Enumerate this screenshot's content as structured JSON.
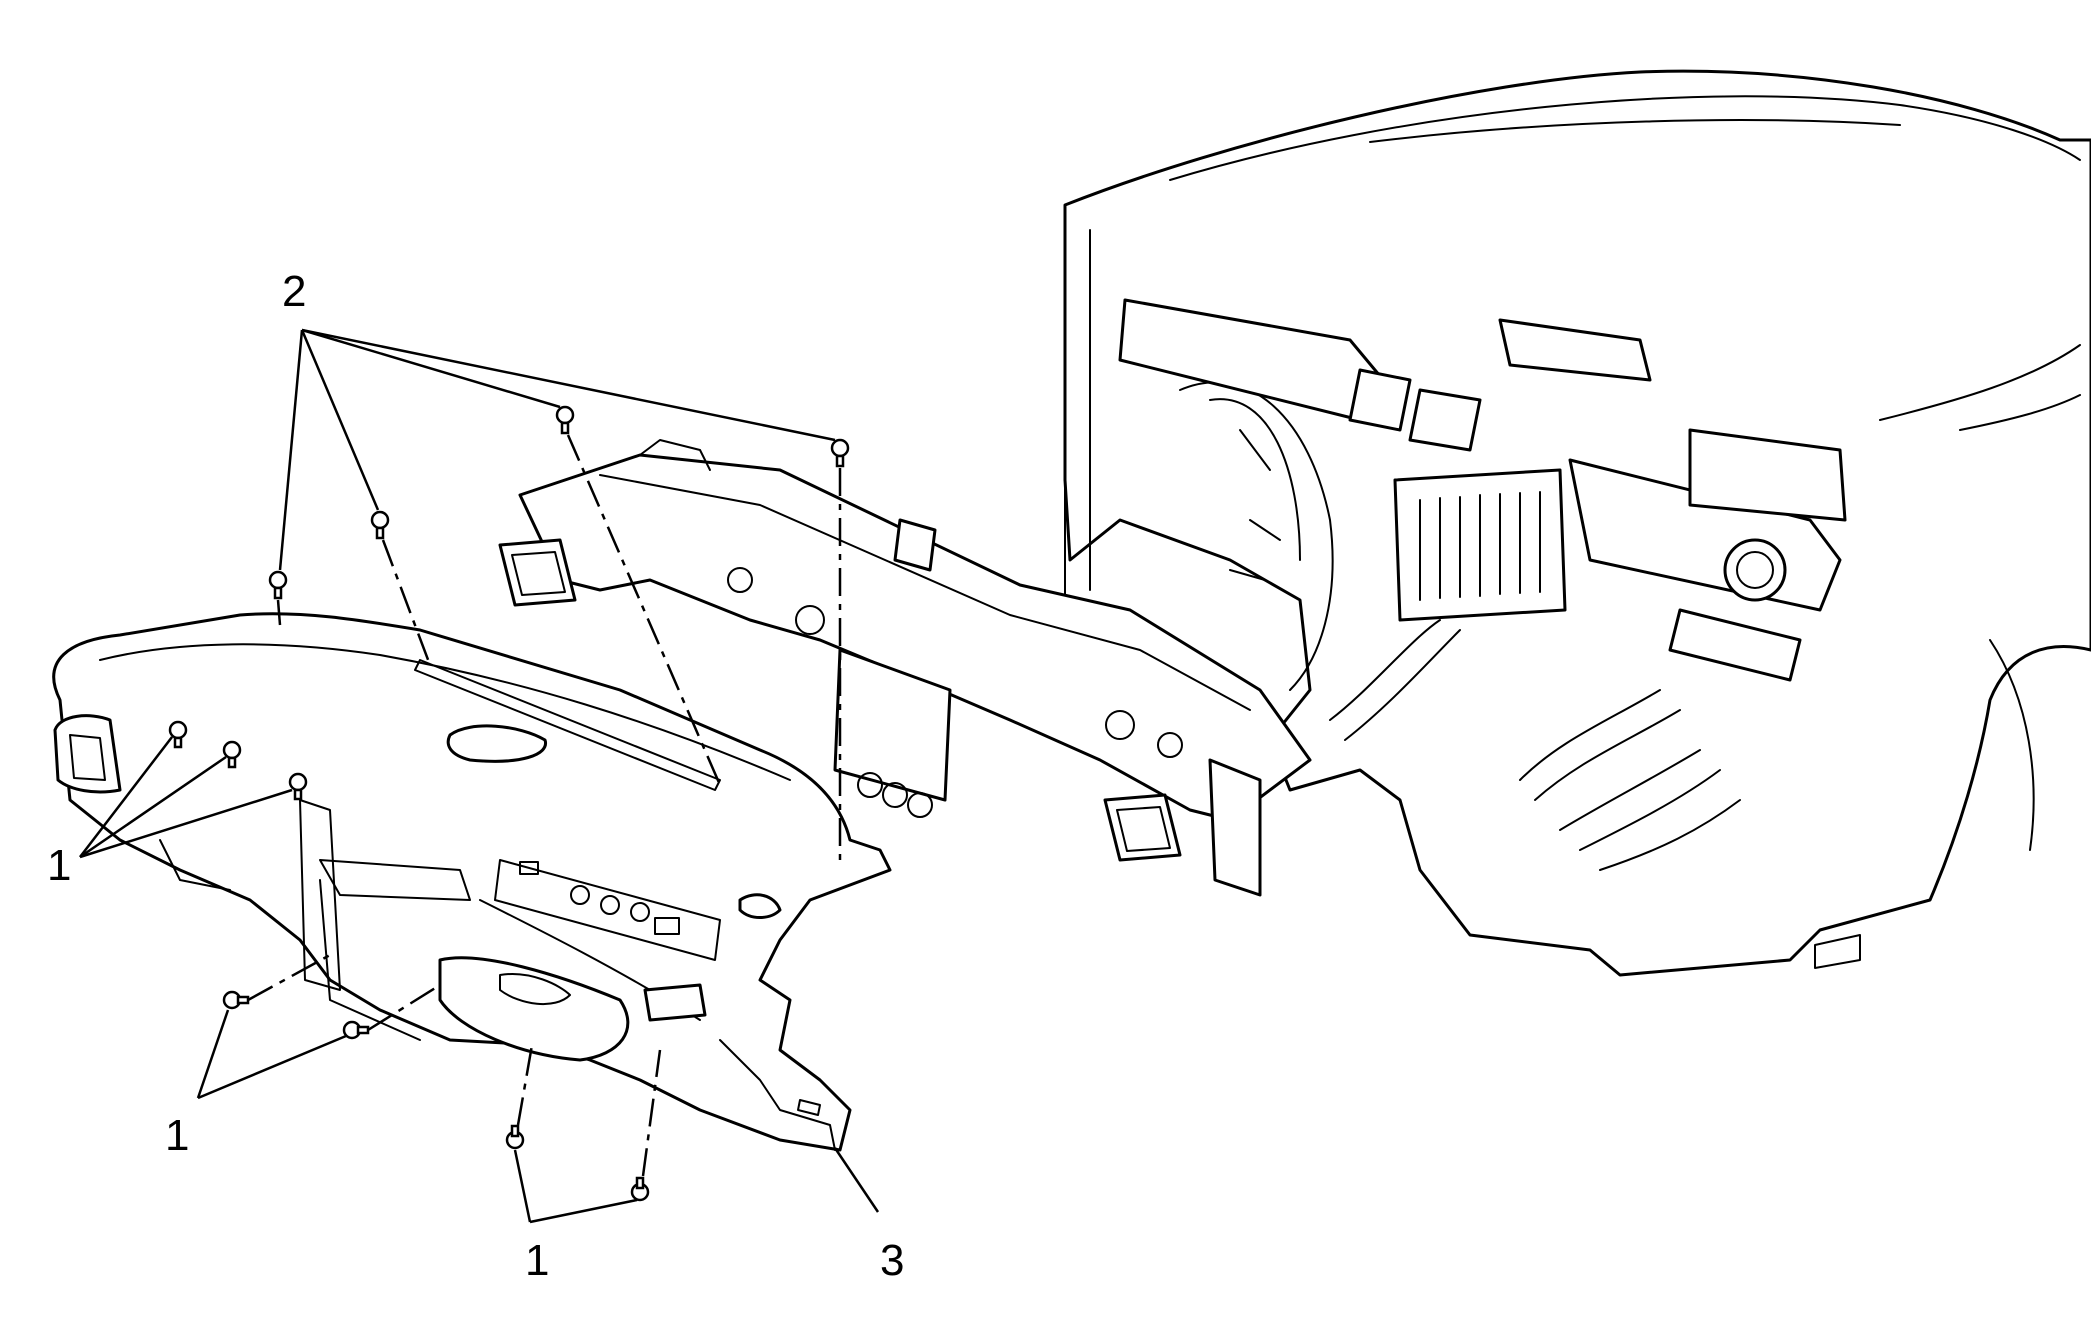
{
  "callouts": [
    {
      "id": "callout-2",
      "label": "2"
    },
    {
      "id": "callout-1-left",
      "label": "1"
    },
    {
      "id": "callout-1-lower-left",
      "label": "1"
    },
    {
      "id": "callout-1-bottom",
      "label": "1"
    },
    {
      "id": "callout-3",
      "label": "3"
    }
  ],
  "colors": {
    "line": "#000000",
    "background": "#ffffff"
  }
}
